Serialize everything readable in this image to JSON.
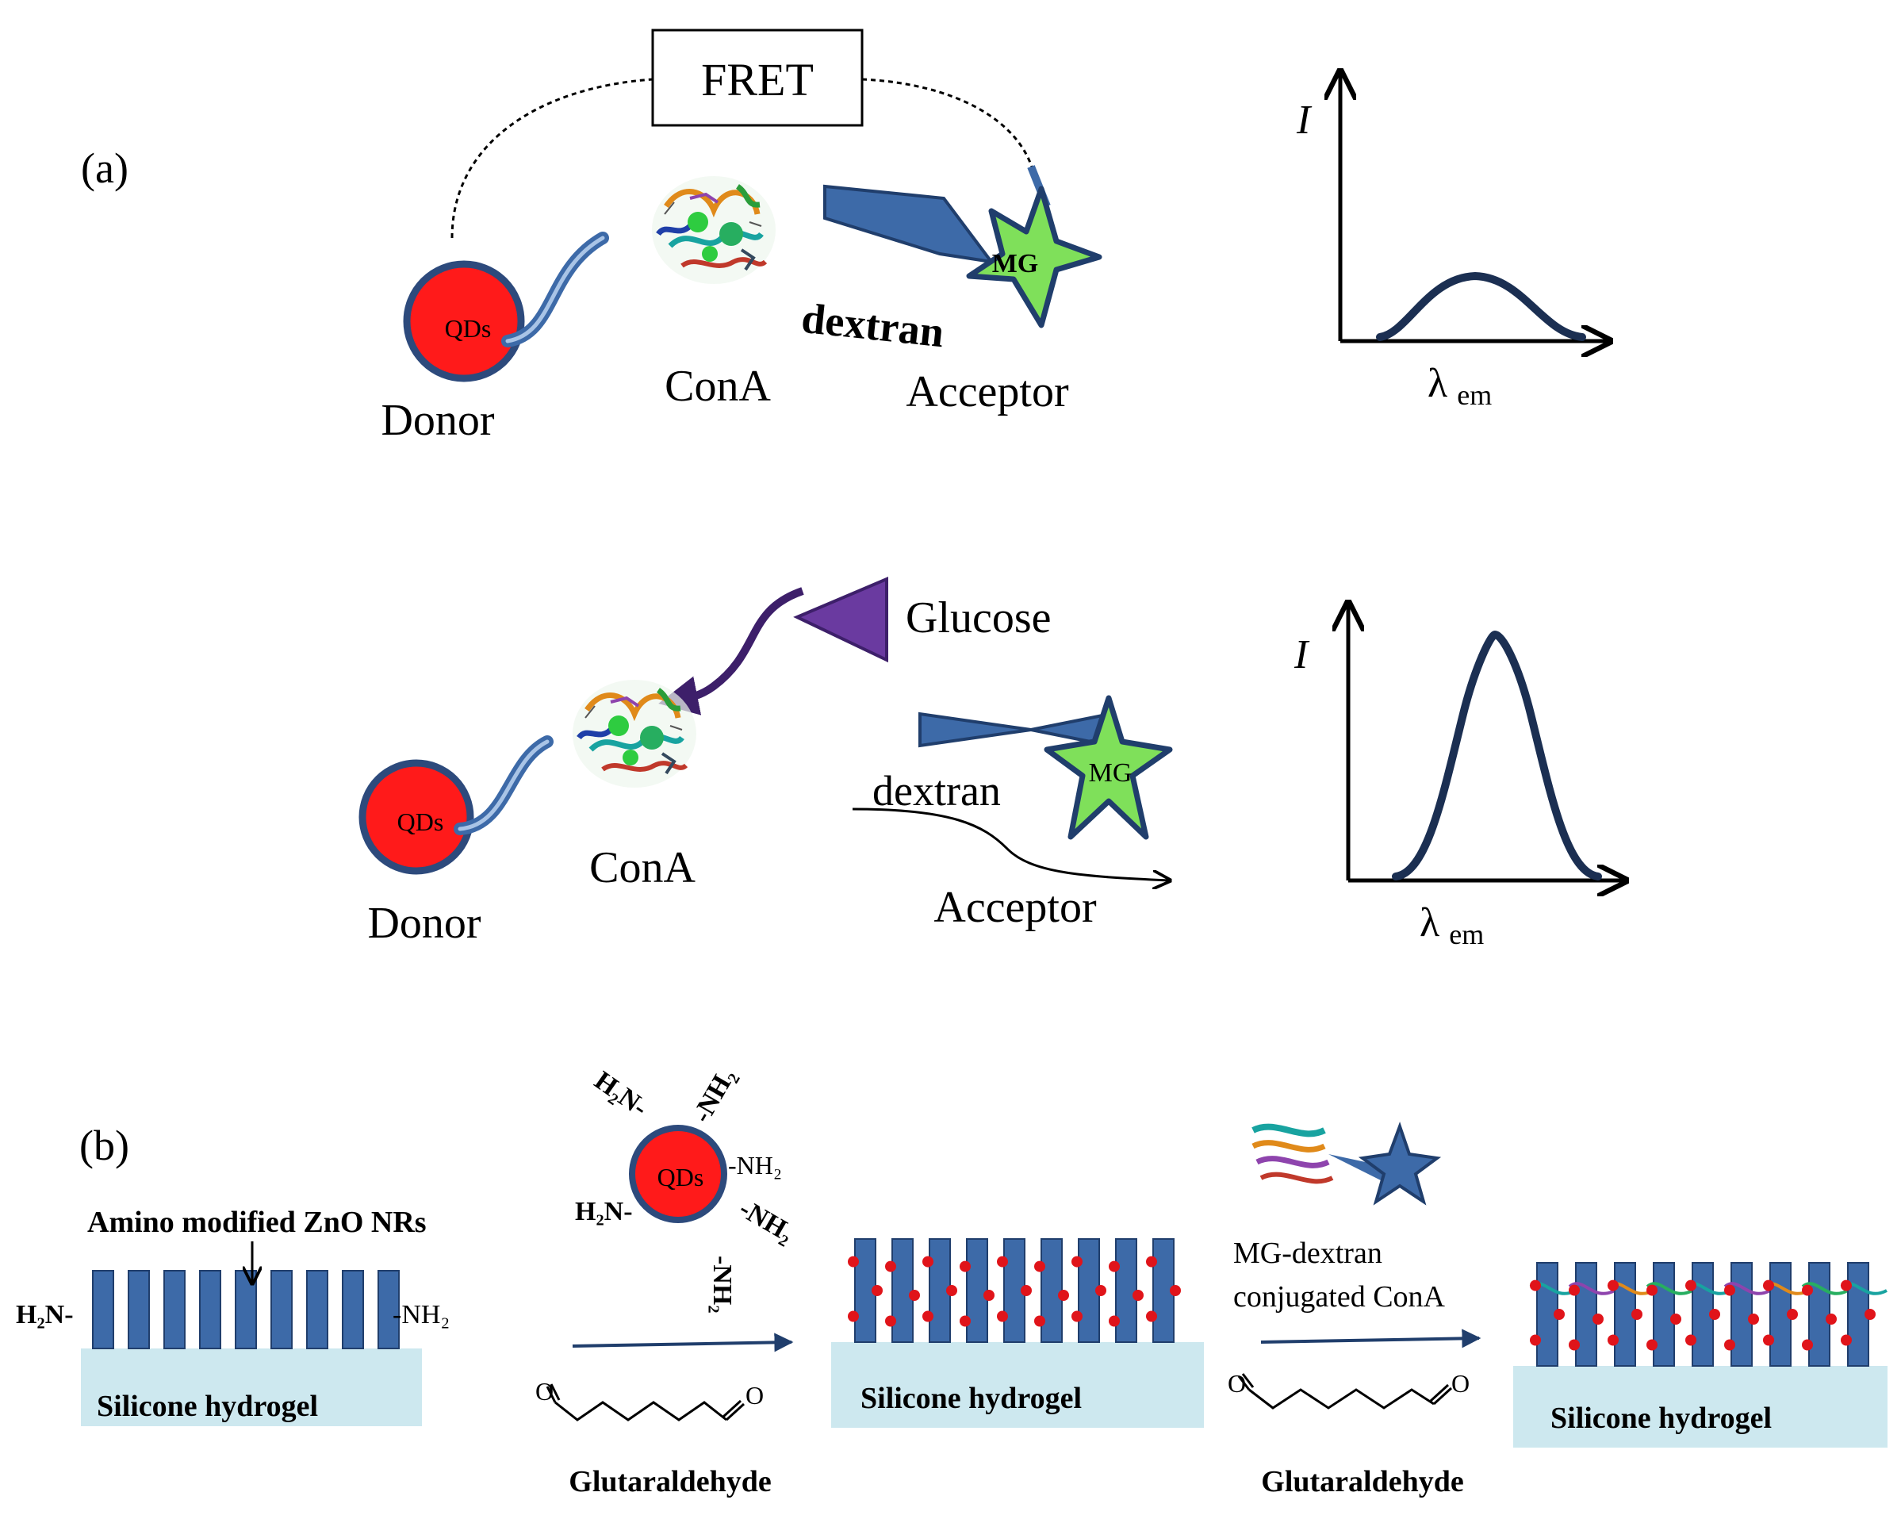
{
  "panel_a": {
    "label": "(a)",
    "fret_label": "FRET",
    "top": {
      "qds": "QDs",
      "mg": "MG",
      "dextran": "dextran",
      "donor": "Donor",
      "cona": "ConA",
      "acceptor": "Acceptor",
      "axis_y": "I",
      "axis_x": "λ",
      "axis_x_sub": "em"
    },
    "bottom": {
      "glucose": "Glucose",
      "qds": "QDs",
      "mg": "MG",
      "dextran": "dextran",
      "donor": "Donor",
      "cona": "ConA",
      "acceptor": "Acceptor",
      "axis_y": "I",
      "axis_x": "λ",
      "axis_x_sub": "em"
    }
  },
  "panel_b": {
    "label": "(b)",
    "nr_label": "Amino modified ZnO NRs",
    "h2n_left": "H₂N-",
    "nh2_right": "-NH₂",
    "substrate_1": "Silicone hydrogel",
    "substrate_2": "Silicone hydrogel",
    "substrate_3": "Silicone hydrogel",
    "qd": {
      "center": "QDs",
      "g1": "H₂N-",
      "g2": "-NH₂",
      "g3": "-NH₂",
      "g4": "H₂N-",
      "g5": "-NH₂",
      "g6": "-NH₂"
    },
    "reagent_1": "Glutaraldehyde",
    "reagent_2": "Glutaraldehyde",
    "conj_line1": "MG-dextran",
    "conj_line2": "conjugated ConA",
    "oxygen": "O"
  },
  "colors": {
    "qd_red": "#ff1a1a",
    "qd_ring": "#2d4a7c",
    "blue": "#3d6aa8",
    "blue_dark": "#203e6c",
    "star_green": "#7fe05a",
    "curve": "#1b2f52",
    "glucose_purple": "#6a3aa0",
    "substrate": "#cde8ef"
  }
}
